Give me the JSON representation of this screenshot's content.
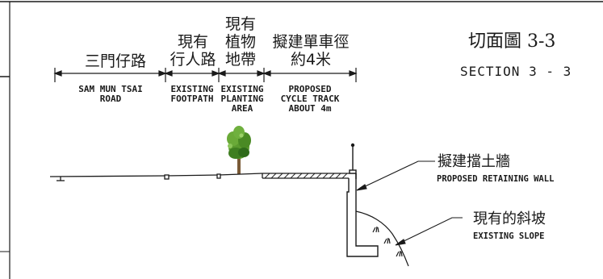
{
  "title": {
    "zh": "切面圖 3-3",
    "en": "SECTION 3 - 3"
  },
  "zones": [
    {
      "zh": [
        "三門仔路"
      ],
      "en": [
        "SAM MUN TSAI",
        "ROAD"
      ]
    },
    {
      "zh": [
        "現有",
        "行人路"
      ],
      "en": [
        "EXISTING",
        "FOOTPATH"
      ]
    },
    {
      "zh": [
        "現有",
        "植物",
        "地帶"
      ],
      "en": [
        "EXISTING",
        "PLANTING",
        "AREA"
      ]
    },
    {
      "zh": [
        "擬建單車徑",
        "約4米"
      ],
      "en": [
        "PROPOSED",
        "CYCLE TRACK",
        "ABOUT 4m"
      ]
    }
  ],
  "callouts": {
    "wall": {
      "zh": "擬建擋土牆",
      "en": "PROPOSED RETAINING WALL"
    },
    "slope": {
      "zh": "現有的斜坡",
      "en": "EXISTING SLOPE"
    }
  },
  "colors": {
    "line": "#1a1a1a",
    "tree_green": "#5a9a2e",
    "tree_dark": "#2f6b1a",
    "trunk": "#7a5a36"
  }
}
